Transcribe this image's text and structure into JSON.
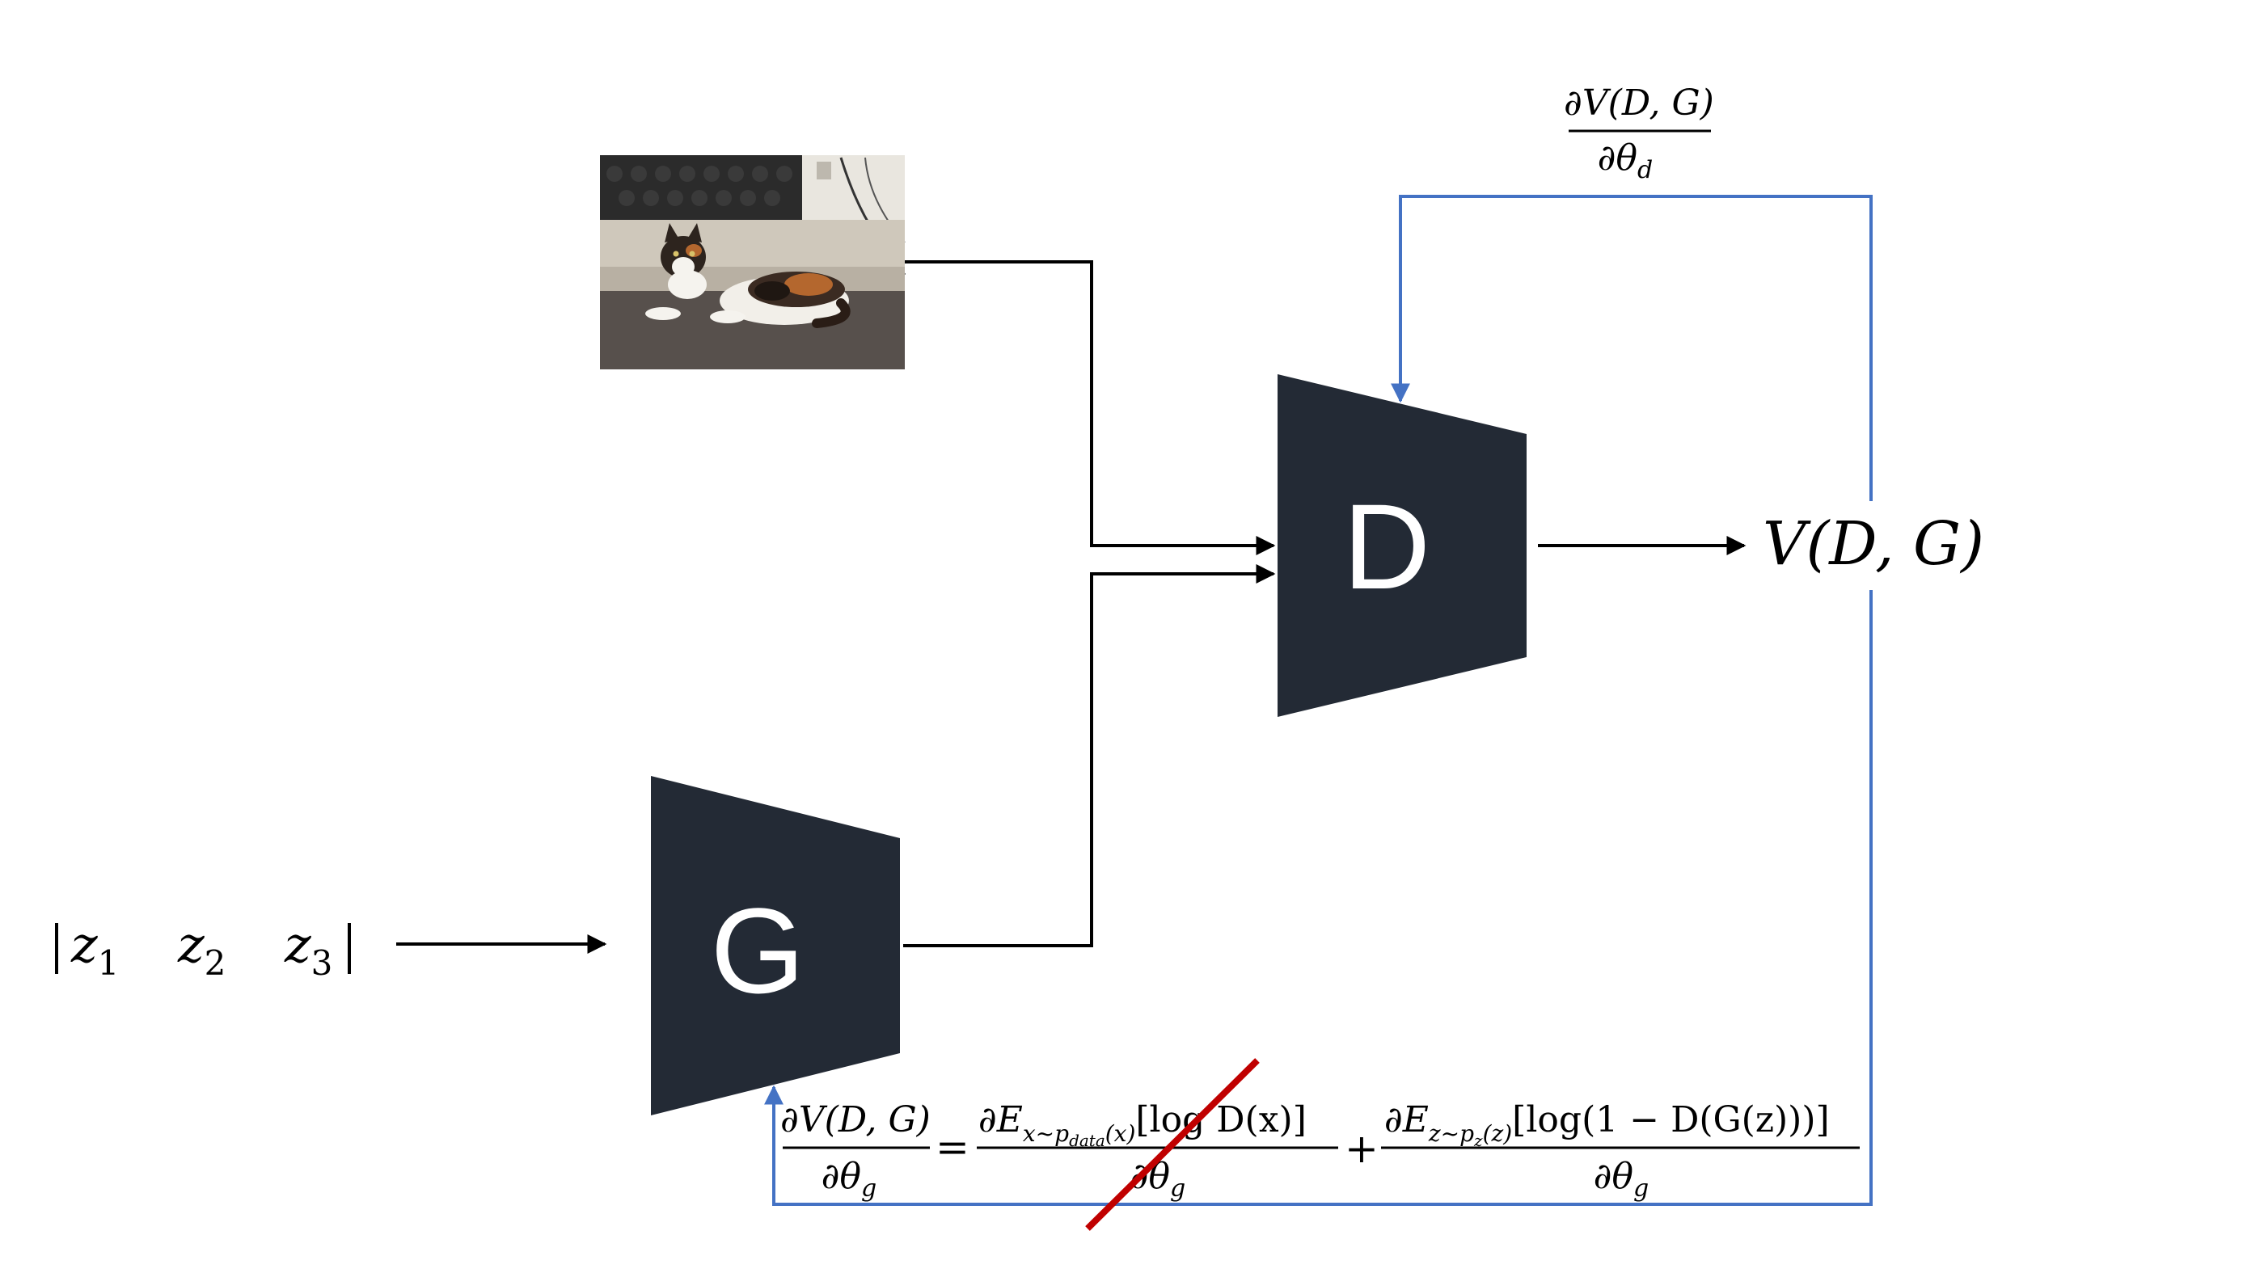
{
  "blocks": {
    "generator_label": "G",
    "discriminator_label": "D"
  },
  "latent": {
    "z": "z",
    "sub1": "1",
    "sub2": "2",
    "sub3": "3"
  },
  "output": {
    "text": "V(D, G)"
  },
  "grad_d": {
    "numerator": "∂V(D, G)",
    "denominator": "∂θ",
    "denominator_sub": "d"
  },
  "grad_g": {
    "lhs_num": "∂V(D, G)",
    "lhs_den": "∂θ",
    "lhs_den_sub": "g",
    "equals": "=",
    "term1_num_pre": "∂E",
    "term1_num_sub": "x~p",
    "term1_num_subsub": "data",
    "term1_num_sub_post": "(x)",
    "term1_num_post": "[log D(x)]",
    "term1_den": "∂θ",
    "term1_den_sub": "g",
    "plus": "+",
    "term2_num_pre": "∂E",
    "term2_num_sub": "z~p",
    "term2_num_subsub": "z",
    "term2_num_sub_post": "(z)",
    "term2_num_post": "[log(1 − D(G(z)))]",
    "term2_den": "∂θ",
    "term2_den_sub": "g"
  },
  "colors": {
    "block": "#232a35",
    "block_text": "#ffffff",
    "arrow": "#000000",
    "feedback": "#4472c4",
    "strike": "#c00000"
  }
}
